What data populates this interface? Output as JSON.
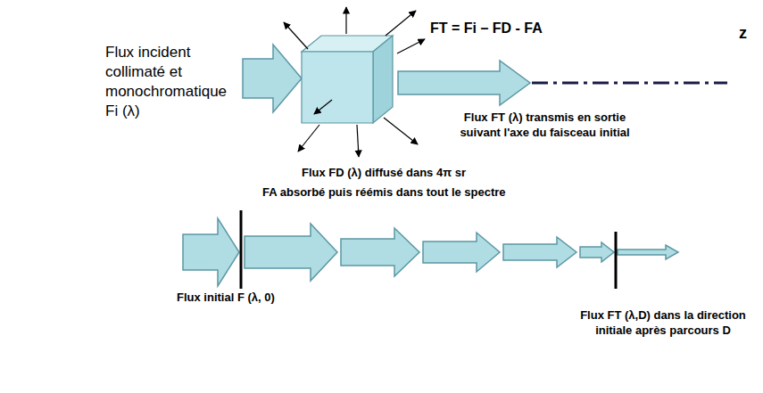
{
  "diagram": {
    "labels": [
      "Flux incident collimaté et monochromatique Fi (λ)",
      "FT = Fi – FD - FA",
      "z",
      "Flux FT (λ) transmis en sortie suivant l'axe du faisceau initial",
      "Flux FD (λ) diffusé dans 4π sr",
      "FA absorbé puis réémis dans tout le spectre",
      "Flux initial F (λ, 0)",
      "Flux FT (λ,D) dans la direction initiale après parcours D"
    ]
  }
}
